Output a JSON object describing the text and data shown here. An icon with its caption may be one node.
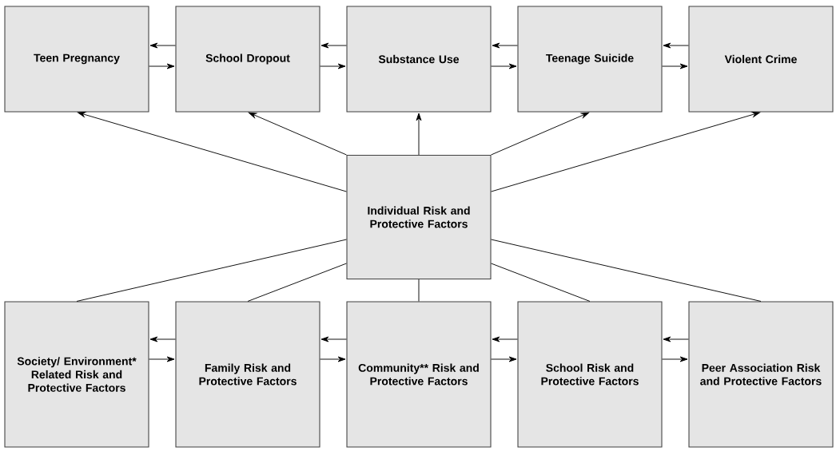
{
  "diagram": {
    "nodes": [
      {
        "text": [
          "Teen Pregnancy"
        ]
      },
      {
        "text": [
          "School Dropout"
        ]
      },
      {
        "text": [
          "Substance Use"
        ]
      },
      {
        "text": [
          "Teenage Suicide"
        ]
      },
      {
        "text": [
          "Violent Crime"
        ]
      },
      {
        "text": [
          "Individual Risk and Protective Factors"
        ]
      },
      {
        "text": [
          "Society/ Environment* Related Risk and Protective Factors"
        ]
      },
      {
        "text": [
          "Family Risk and Protective Factors"
        ]
      },
      {
        "text": [
          "Community** Risk and Protective Factors"
        ]
      },
      {
        "text": [
          "School Risk and Protective Factors"
        ]
      },
      {
        "text": [
          "Peer Association Risk and Protective Factors"
        ]
      }
    ],
    "edges": [
      {
        "from": 1,
        "to": 0,
        "arrow": "to"
      },
      {
        "from": 0,
        "to": 1,
        "arrow": "to"
      },
      {
        "from": 2,
        "to": 1,
        "arrow": "to"
      },
      {
        "from": 1,
        "to": 2,
        "arrow": "to"
      },
      {
        "from": 3,
        "to": 2,
        "arrow": "to"
      },
      {
        "from": 2,
        "to": 3,
        "arrow": "to"
      },
      {
        "from": 4,
        "to": 3,
        "arrow": "to"
      },
      {
        "from": 3,
        "to": 4,
        "arrow": "to"
      },
      {
        "from": 5,
        "to": 0,
        "arrow": "to"
      },
      {
        "from": 5,
        "to": 1,
        "arrow": "to"
      },
      {
        "from": 5,
        "to": 2,
        "arrow": "to"
      },
      {
        "from": 5,
        "to": 3,
        "arrow": "to"
      },
      {
        "from": 5,
        "to": 4,
        "arrow": "to"
      },
      {
        "from": 6,
        "to": 5,
        "arrow": "none"
      },
      {
        "from": 7,
        "to": 5,
        "arrow": "none"
      },
      {
        "from": 8,
        "to": 5,
        "arrow": "none"
      },
      {
        "from": 9,
        "to": 5,
        "arrow": "none"
      },
      {
        "from": 10,
        "to": 5,
        "arrow": "none"
      },
      {
        "from": 7,
        "to": 6,
        "arrow": "to"
      },
      {
        "from": 6,
        "to": 7,
        "arrow": "to"
      },
      {
        "from": 8,
        "to": 7,
        "arrow": "to"
      },
      {
        "from": 7,
        "to": 8,
        "arrow": "to"
      },
      {
        "from": 9,
        "to": 8,
        "arrow": "to"
      },
      {
        "from": 8,
        "to": 9,
        "arrow": "to"
      },
      {
        "from": 10,
        "to": 9,
        "arrow": "to"
      },
      {
        "from": 9,
        "to": 10,
        "arrow": "to"
      }
    ]
  }
}
